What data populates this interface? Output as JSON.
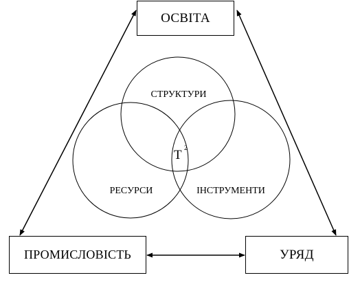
{
  "nodes": {
    "top": "ОСВІТА",
    "bottom_left": "ПРОМИСЛОВІСТЬ",
    "bottom_right": "УРЯД"
  },
  "circles": {
    "top": "СТРУКТУРИ",
    "left": "РЕСУРСИ",
    "right": "ІНСТРУМЕНТИ"
  },
  "center": {
    "label": "T",
    "superscript": "2"
  }
}
